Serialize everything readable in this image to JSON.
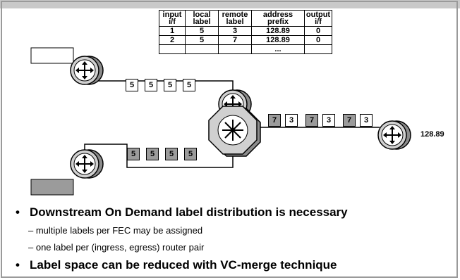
{
  "table": {
    "headers": [
      [
        "input",
        "i/f"
      ],
      [
        "local",
        "label"
      ],
      [
        "remote",
        "label"
      ],
      [
        "address",
        "prefix"
      ],
      [
        "output",
        "i/f"
      ]
    ],
    "rows": [
      [
        "1",
        "5",
        "3",
        "128.89",
        "0"
      ],
      [
        "2",
        "5",
        "7",
        "128.89",
        "0"
      ],
      [
        "",
        "",
        "",
        "...",
        ""
      ]
    ]
  },
  "labels": {
    "top_stack": [
      "5",
      "5",
      "5",
      "5"
    ],
    "bottom_stack": [
      "5",
      "5",
      "5",
      "5"
    ],
    "out_stack": [
      "7",
      "3",
      "7",
      "3",
      "7",
      "3"
    ]
  },
  "colors": {
    "router_body": "#d0d0d0",
    "label_white": "#ffffff",
    "label_gray": "#9b9b9b",
    "host_gray": "#9b9b9b"
  },
  "destination_prefix": "128.89",
  "bullets": [
    {
      "text": "Downstream On Demand label distribution is necessary",
      "sub": [
        "multiple labels per FEC may be assigned",
        "one label per (ingress, egress) router pair"
      ]
    },
    {
      "text": "Label space can be reduced with VC-merge technique",
      "sub": []
    }
  ]
}
